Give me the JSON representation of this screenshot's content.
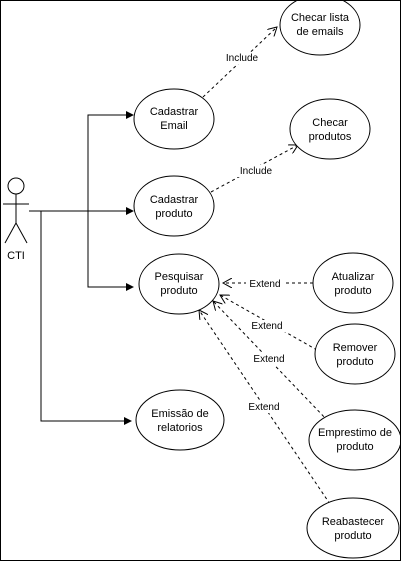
{
  "actor": {
    "name": "CTI"
  },
  "use_cases": {
    "cadastrar_email": [
      "Cadastrar",
      "Email"
    ],
    "checar_emails": [
      "Checar lista",
      "de emails"
    ],
    "cadastrar_produto": [
      "Cadastrar",
      "produto"
    ],
    "checar_produtos": [
      "Checar",
      "produtos"
    ],
    "pesquisar_produto": [
      "Pesquisar",
      "produto"
    ],
    "atualizar_produto": [
      "Atualizar",
      "produto"
    ],
    "remover_produto": [
      "Remover",
      "produto"
    ],
    "emprestimo_produto": [
      "Emprestimo de",
      "produto"
    ],
    "reabastecer_produto": [
      "Reabastecer",
      "produto"
    ],
    "emissao_relatorios": [
      "Emissão de",
      "relatorios"
    ]
  },
  "relations": {
    "include_email": "Include",
    "include_produto": "Include",
    "extend_atualizar": "Extend",
    "extend_remover": "Extend",
    "extend_emprestimo": "Extend",
    "extend_reabastecer": "Extend"
  }
}
